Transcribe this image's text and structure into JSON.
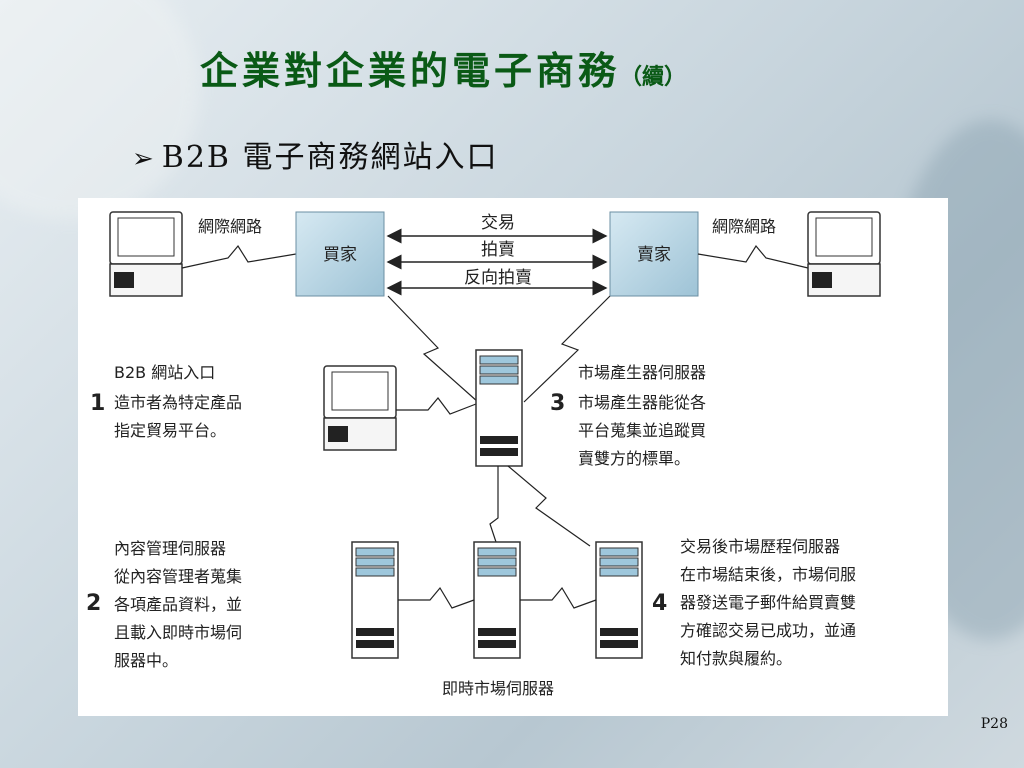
{
  "slide": {
    "title": "企業對企業的電子商務",
    "title_suffix": "（續）",
    "bullet_arrow": "➢",
    "bullet_text": "B2B 電子商務網站入口",
    "page_number": "P28"
  },
  "diagram": {
    "left_network_label": "網際網路",
    "right_network_label": "網際網路",
    "buyer_label": "買家",
    "seller_label": "賣家",
    "arrow_labels": [
      "交易",
      "拍賣",
      "反向拍賣"
    ],
    "item1": {
      "number": "1",
      "lines": [
        "B2B 網站入口",
        "造市者為特定產品",
        "指定貿易平台。"
      ]
    },
    "item2": {
      "number": "2",
      "lines": [
        "內容管理伺服器",
        "從內容管理者蒐集",
        "各項產品資料，並",
        "且載入即時市場伺",
        "服器中。"
      ]
    },
    "item3": {
      "number": "3",
      "lines": [
        "市場產生器伺服器",
        "市場產生器能從各",
        "平台蒐集並追蹤買",
        "賣雙方的標單。"
      ]
    },
    "item4": {
      "number": "4",
      "lines": [
        "交易後市場歷程伺服器",
        "在市場結束後，市場伺服",
        "器發送電子郵件給買賣雙",
        "方確認交易已成功，並通",
        "知付款與履約。"
      ]
    },
    "realtime_server_label": "即時市場伺服器"
  },
  "colors": {
    "title": "#0a5a16",
    "box_fill": "#bcd8e6",
    "server_blue": "#9ec7dc",
    "panel": "#ffffff"
  }
}
